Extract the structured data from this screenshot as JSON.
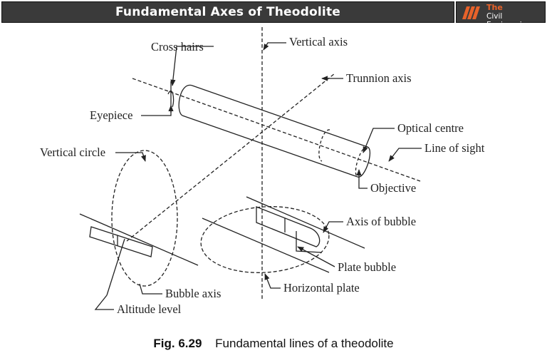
{
  "header": {
    "title": "Fundamental Axes of Theodolite",
    "logo": {
      "line1": "The",
      "line2": "Civil Engineering",
      "accent_color": "#e8622a",
      "icon": "slash-stripes-icon"
    }
  },
  "labels": {
    "cross_hairs": "Cross hairs",
    "vertical_axis": "Vertical axis",
    "trunnion_axis": "Trunnion axis",
    "eyepiece": "Eyepiece",
    "optical_centre": "Optical centre",
    "line_of_sight": "Line of sight",
    "vertical_circle": "Vertical circle",
    "objective": "Objective",
    "axis_of_bubble": "Axis of bubble",
    "plate_bubble": "Plate bubble",
    "horizontal_plate": "Horizontal plate",
    "bubble_axis": "Bubble axis",
    "altitude_level": "Altitude level"
  },
  "caption": {
    "figure_number": "Fig. 6.29",
    "text": "Fundamental lines of a theodolite"
  }
}
